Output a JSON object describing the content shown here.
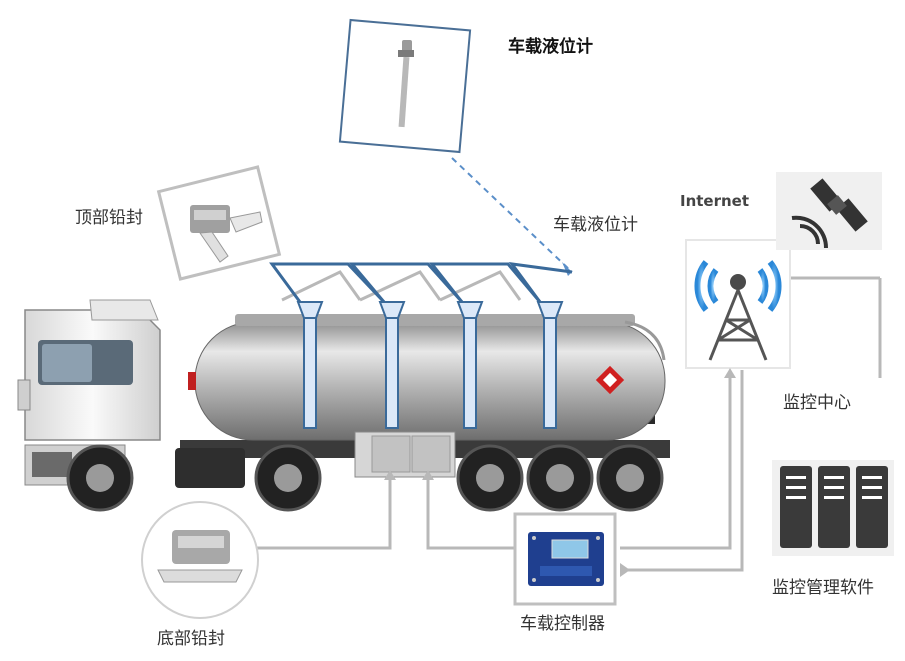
{
  "labels": {
    "level_gauge_callout": "车载液位计",
    "level_gauge_on_tank": "车载液位计",
    "top_seal": "顶部铅封",
    "bottom_seal": "底部铅封",
    "internet": "Internet",
    "monitoring_center": "监控中心",
    "monitoring_software": "监控管理软件",
    "vehicle_controller": "车载控制器"
  },
  "colors": {
    "link_line": "#b3b3b3",
    "sensor_wire": "#3a6a9a",
    "dashed_link": "#5b8fc9",
    "tank_body": "#c4c4c4",
    "cab_white": "#f4f4f4",
    "controller_blue": "#1f3f8f"
  },
  "icons": [
    "level-gauge-icon",
    "top-seal-icon",
    "bottom-seal-icon",
    "signal-tower-icon",
    "satellite-icon",
    "server-icon",
    "controller-icon",
    "hazard-diamond-icon"
  ]
}
